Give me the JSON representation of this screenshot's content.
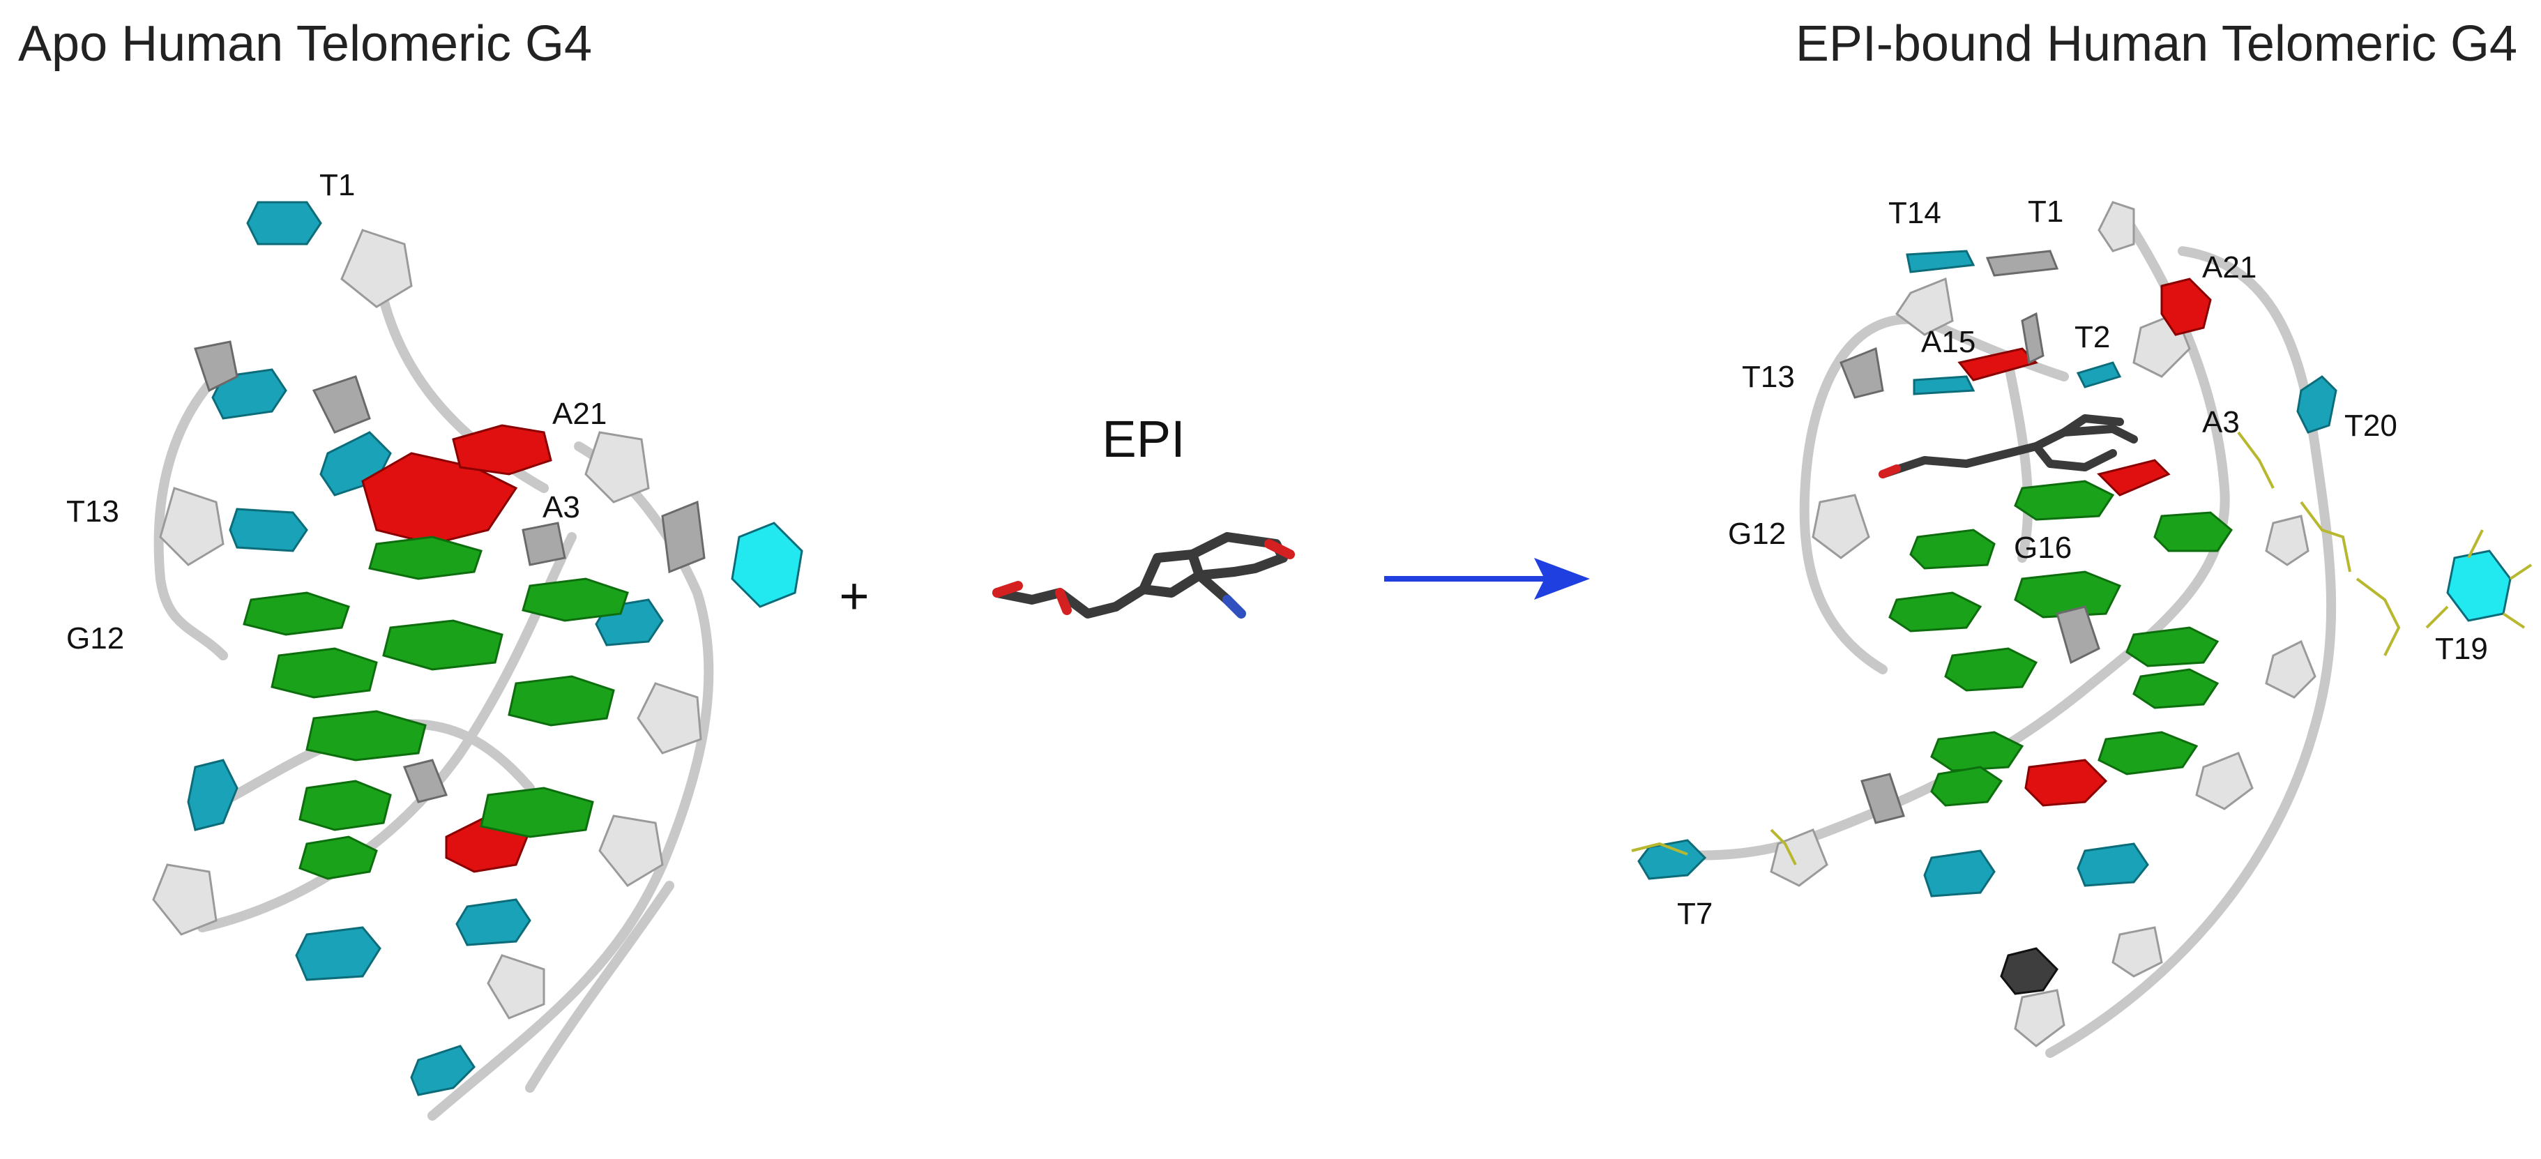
{
  "titles": {
    "left": "Apo Human Telomeric G4",
    "right": "EPI-bound Human Telomeric G4"
  },
  "center": {
    "plus": "+",
    "ligand": "EPI"
  },
  "apo_labels": {
    "t1": "T1",
    "a21": "A21",
    "t13": "T13",
    "a3": "A3",
    "g12": "G12"
  },
  "bound_labels": {
    "t14": "T14",
    "t1": "T1",
    "a21": "A21",
    "a15": "A15",
    "t2": "T2",
    "t13": "T13",
    "a3": "A3",
    "t20": "T20",
    "g12": "G12",
    "g16": "G16",
    "t19": "T19",
    "t7": "T7"
  },
  "colors": {
    "guanine": "#1aa31a",
    "adenine": "#e01010",
    "thymine": "#1aa3b8",
    "thymine_bright": "#22e8f0",
    "backbone": "#cfcfcf",
    "sugar": "#d9d9d9",
    "ligand": "#3a3a3a",
    "arrow": "#1f3fe0",
    "hbond": "#b8b830"
  }
}
